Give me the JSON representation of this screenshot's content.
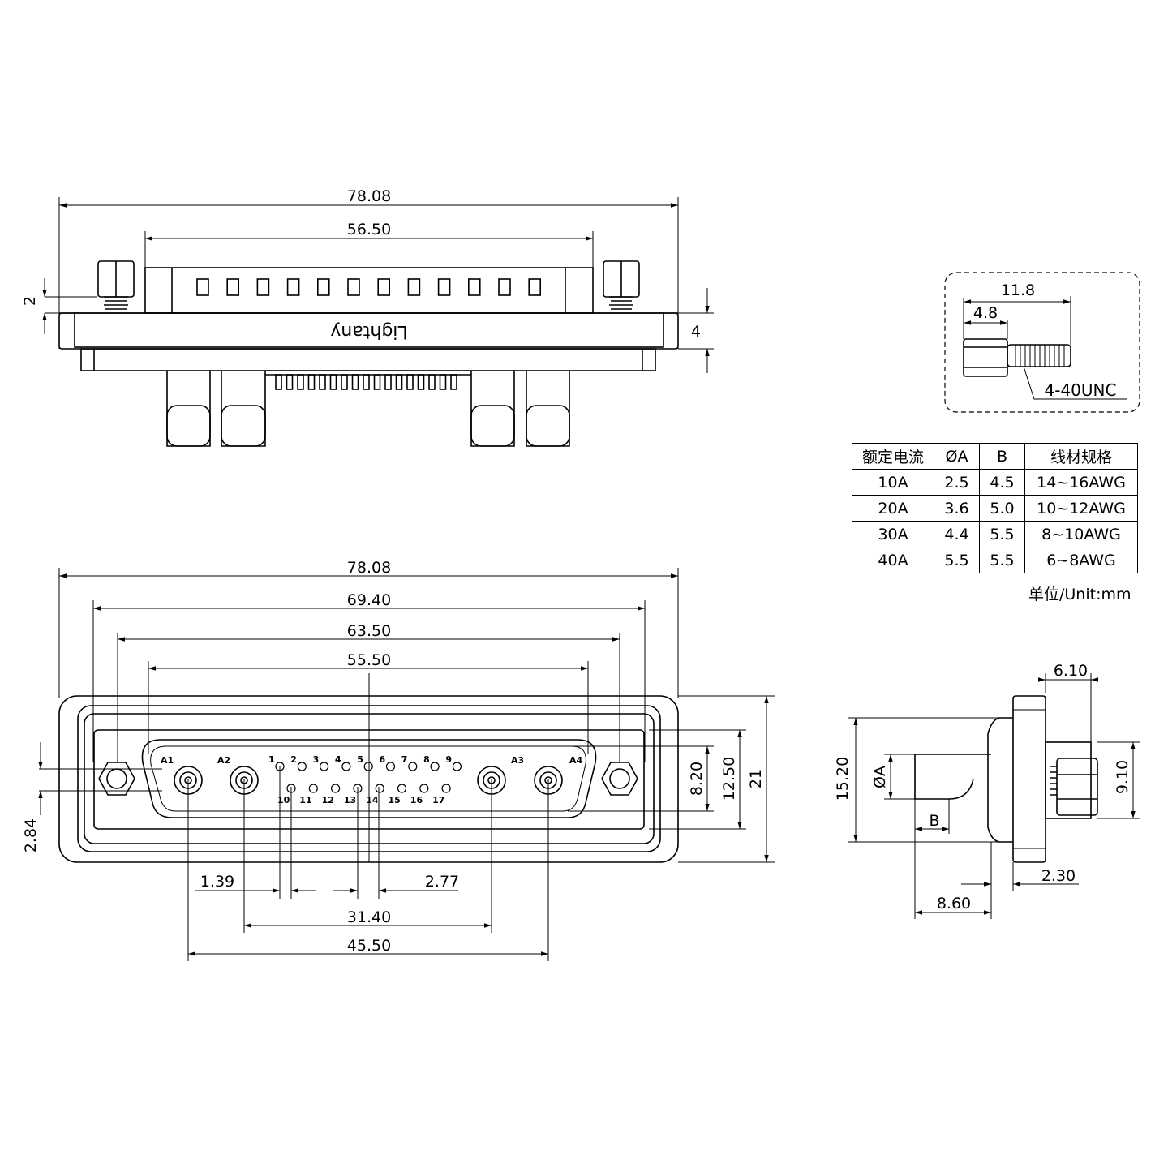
{
  "top_view": {
    "brand": "Lightany",
    "dims": {
      "overall_width": "78.08",
      "shell_width": "56.50",
      "flange_thickness": "4",
      "standoff": "2"
    }
  },
  "front_view": {
    "dims": {
      "overall_width": "78.08",
      "screw_span": "69.40",
      "d_span": "63.50",
      "d_inner": "55.50",
      "pitch_small": "1.39",
      "pitch_row": "2.77",
      "power_inner": "31.40",
      "power_outer": "45.50",
      "height_inner": "8.20",
      "height_mid": "12.50",
      "height_total": "21",
      "offset": "2.84"
    },
    "power_pins": [
      "A1",
      "A2",
      "A3",
      "A4"
    ],
    "signal_row1": [
      "1",
      "2",
      "3",
      "4",
      "5",
      "6",
      "7",
      "8",
      "9"
    ],
    "signal_row2": [
      "10",
      "11",
      "12",
      "13",
      "14",
      "15",
      "16",
      "17"
    ]
  },
  "side_view": {
    "dims": {
      "top_offset": "6.10",
      "height": "15.20",
      "nut_height": "9.10",
      "flange_gap": "2.30",
      "depth": "8.60"
    },
    "labels": {
      "diameter": "ØA",
      "b": "B"
    }
  },
  "screw_detail": {
    "length": "11.8",
    "head": "4.8",
    "thread": "4-40UNC"
  },
  "spec_table": {
    "headers": [
      "额定电流",
      "ØA",
      "B",
      "线材规格"
    ],
    "rows": [
      [
        "10A",
        "2.5",
        "4.5",
        "14~16AWG"
      ],
      [
        "20A",
        "3.6",
        "5.0",
        "10~12AWG"
      ],
      [
        "30A",
        "4.4",
        "5.5",
        "8~10AWG"
      ],
      [
        "40A",
        "5.5",
        "5.5",
        "6~8AWG"
      ]
    ],
    "unit": "单位/Unit:mm"
  }
}
